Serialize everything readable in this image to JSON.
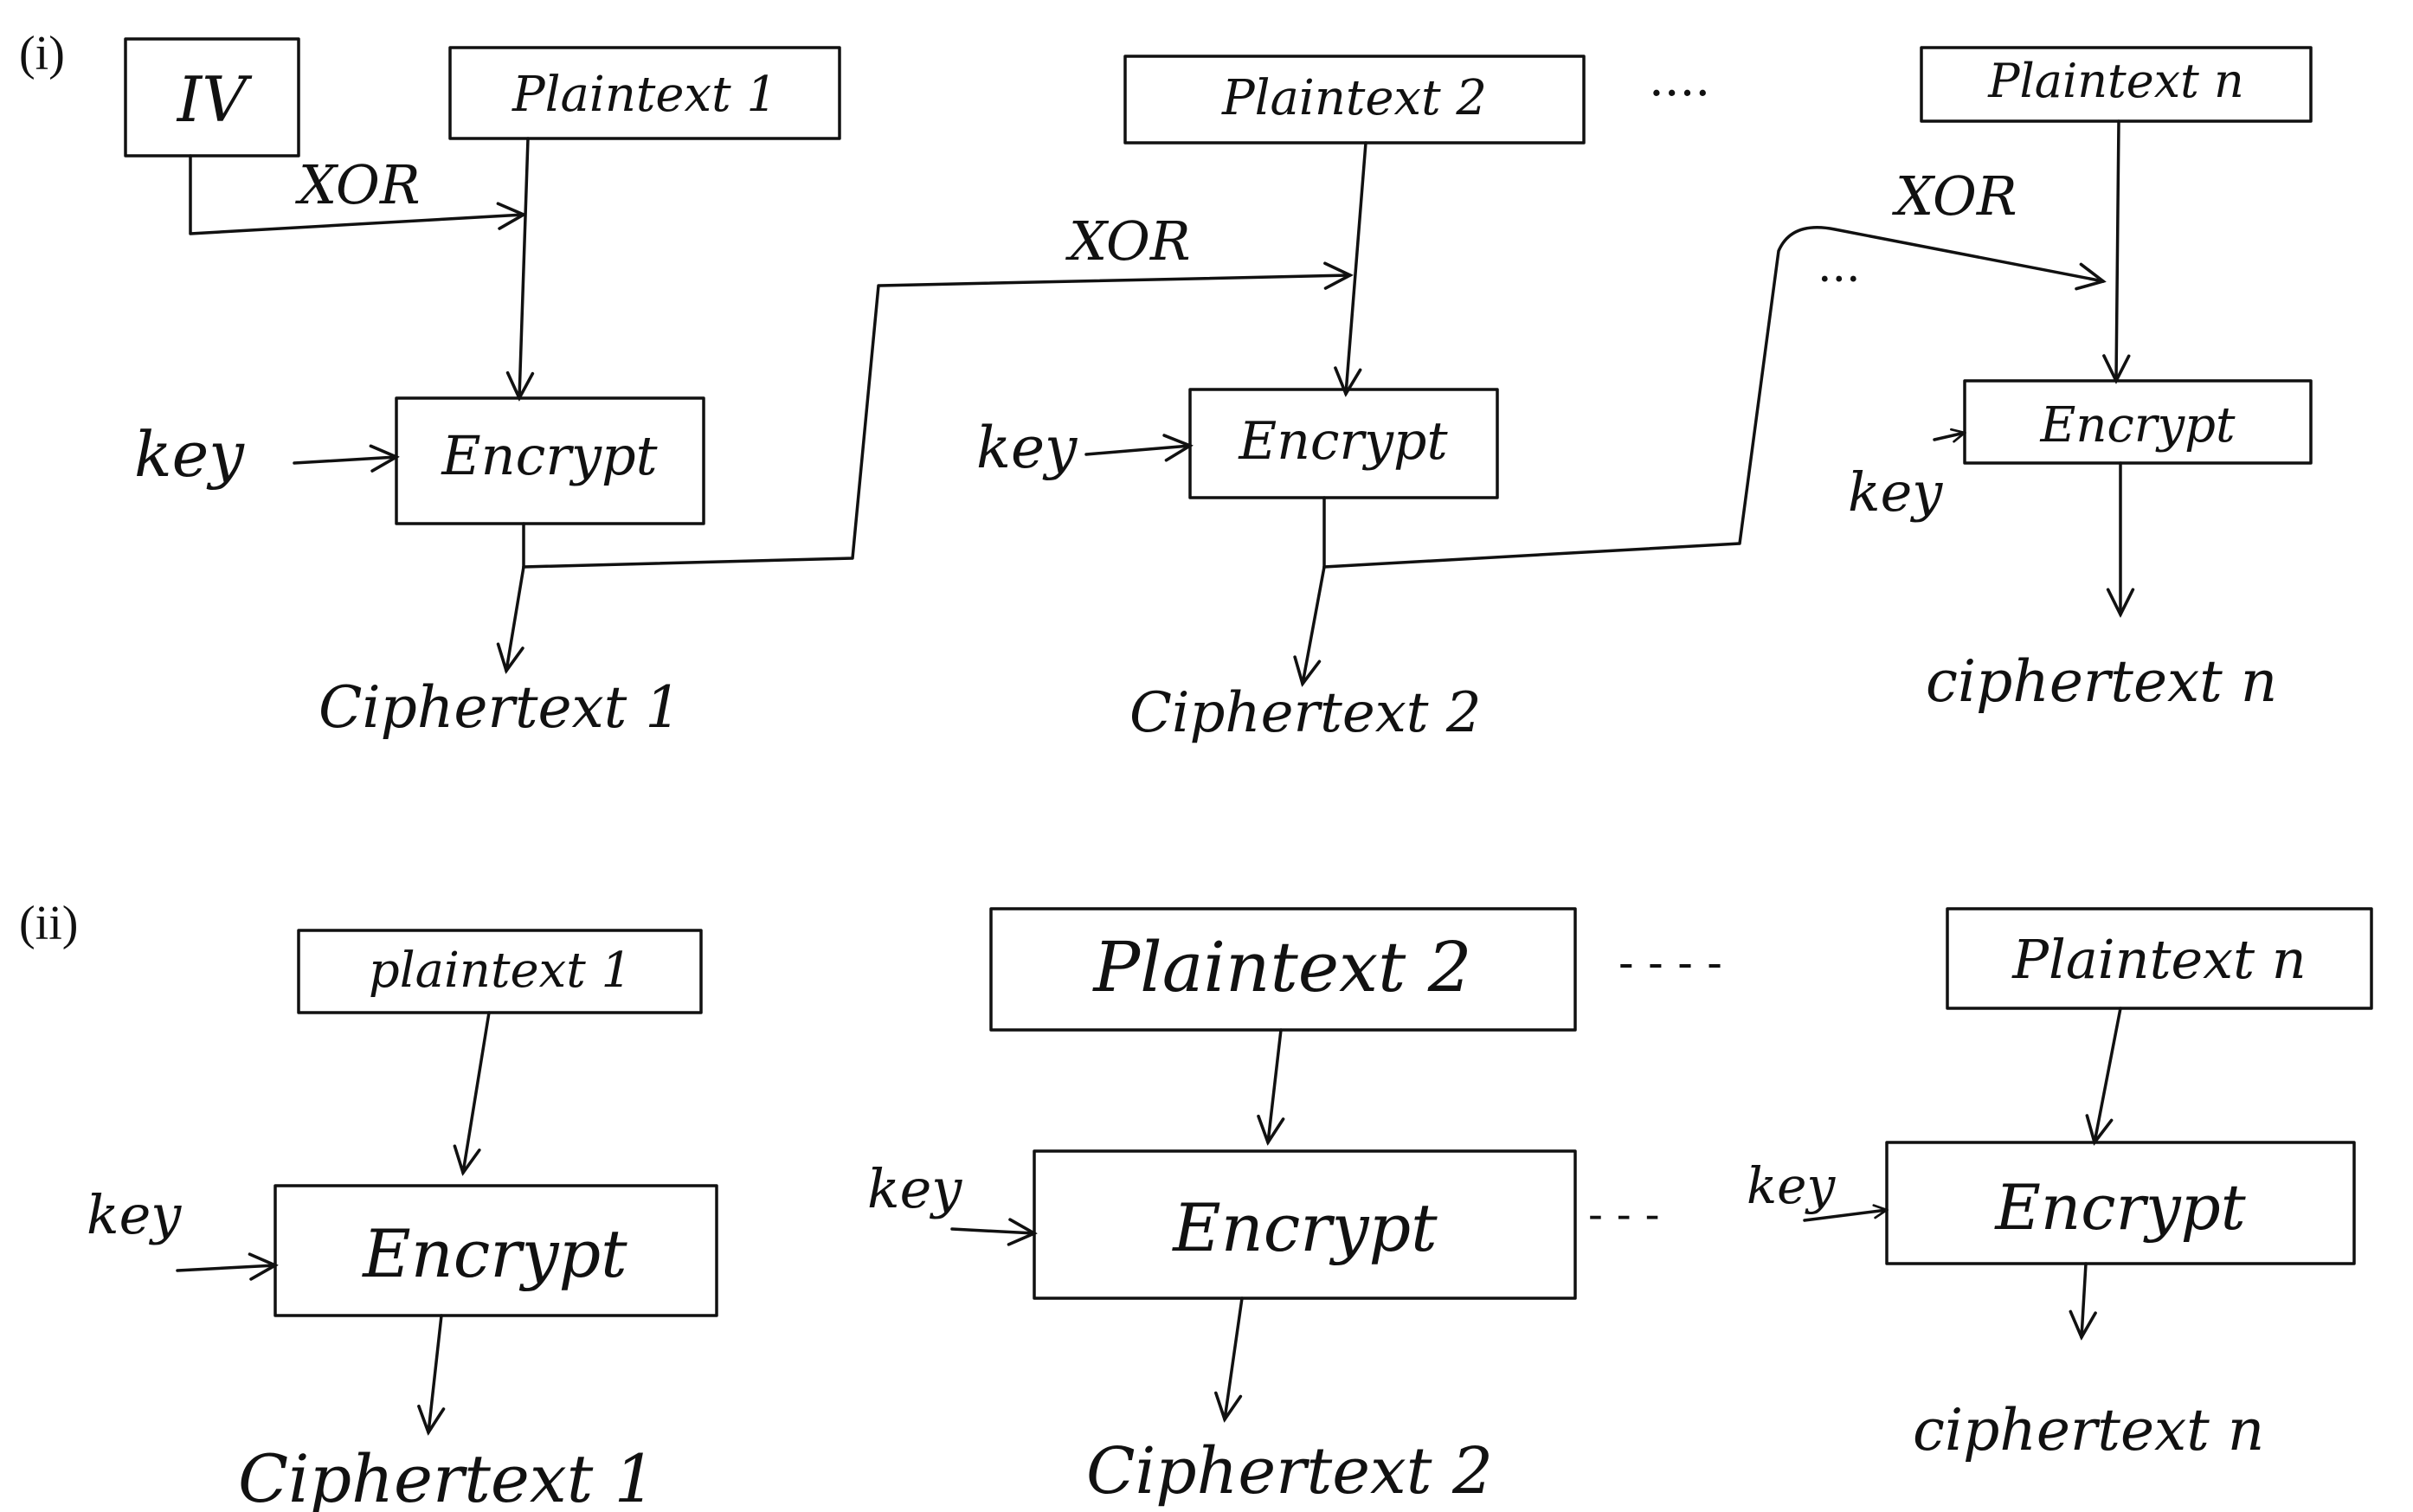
{
  "colors": {
    "ink": "#111111",
    "paper": "#ffffff"
  },
  "part_i": {
    "label": "(i)",
    "iv": "IV",
    "xor": "XOR",
    "key": "key",
    "encrypt": "Encrypt",
    "plaintext_1": "Plaintext 1",
    "plaintext_2": "Plaintext 2",
    "plaintext_n": "Plaintext n",
    "ciphertext_1": "Ciphertext 1",
    "ciphertext_2": "Ciphertext 2",
    "ciphertext_n": "ciphertext n",
    "ellipsis": "....",
    "ellipsis_small": "..."
  },
  "part_ii": {
    "label": "(ii)",
    "key": "key",
    "encrypt": "Encrypt",
    "plaintext_1": "plaintext 1",
    "plaintext_2": "Plaintext 2",
    "plaintext_n": "Plaintext n",
    "ciphertext_1": "Ciphertext 1",
    "ciphertext_2": "Ciphertext 2",
    "ciphertext_n": "ciphertext n",
    "ellipsis": "- - - -",
    "ellipsis_small": "- - -"
  }
}
